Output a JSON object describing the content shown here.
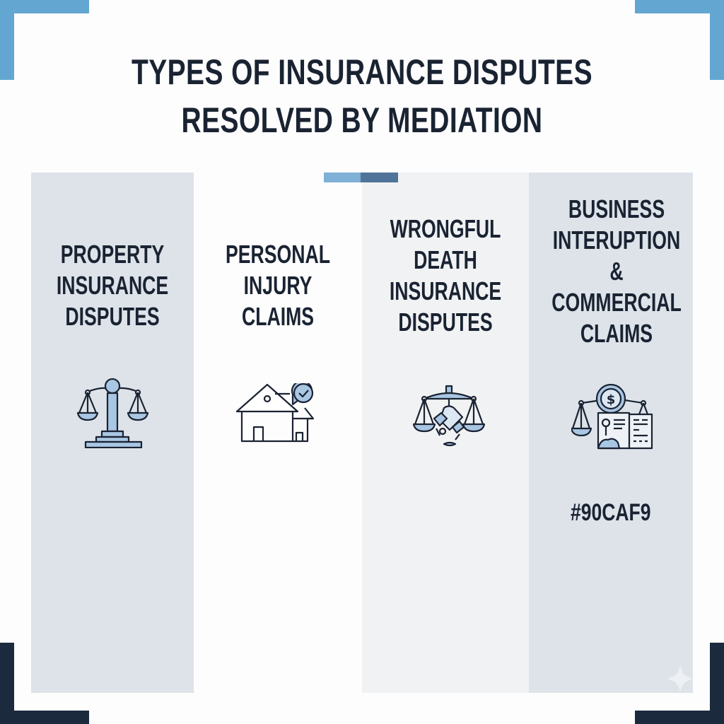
{
  "title": {
    "lines": [
      "TYPES OF INSURANCE DISPUTES",
      "RESOLVED BY MEDIATION"
    ]
  },
  "colors": {
    "corner_top": "#64a6d2",
    "corner_bottom": "#1b2a3d",
    "text": "#1a2332",
    "column_shaded": "#dde3e9",
    "column_light": "#f1f2f3",
    "column_white": "#fdfdfe",
    "accent_light": "#7fb0d6",
    "accent_dark": "#4f7399",
    "icon_fill": "#a9c6e3",
    "icon_stroke": "#1a2332"
  },
  "columns": [
    {
      "label_lines": [
        "PROPERTY",
        "INSURANCE",
        "DISPUTES"
      ],
      "icon": "scales-of-justice-icon"
    },
    {
      "label_lines": [
        "PERSONAL",
        "INJURY",
        "CLAIMS"
      ],
      "icon": "house-check-icon"
    },
    {
      "label_lines": [
        "WRONGFUL",
        "DEATH",
        "INSURANCE",
        "DISPUTES"
      ],
      "icon": "scales-broken-icon"
    },
    {
      "label_lines": [
        "BUSINESS",
        "INTERUPTION",
        "&",
        "COMMERCIAL",
        "CLAIMS"
      ],
      "icon": "scales-dollar-documents-icon",
      "note": "#90CAF9"
    }
  ]
}
